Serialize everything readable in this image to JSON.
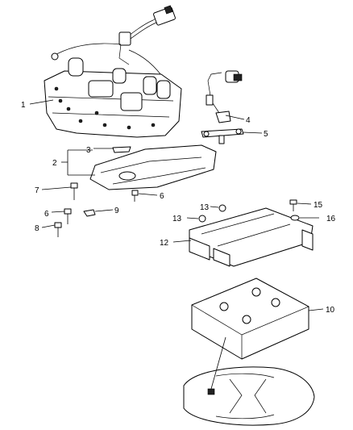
{
  "callouts": {
    "c1": "1",
    "c2": "2",
    "c3": "3",
    "c4": "4",
    "c5": "5",
    "c6a": "6",
    "c6b": "6",
    "c7": "7",
    "c8": "8",
    "c9": "9",
    "c10": "10",
    "c11": "",
    "c12": "12",
    "c13a": "13",
    "c13b": "13",
    "c15": "15",
    "c16": "16"
  },
  "icons": {
    "valve_body": "transmission-valve-body-icon",
    "control_module": "control-module-icon",
    "vehicle": "car-top-view-icon"
  }
}
